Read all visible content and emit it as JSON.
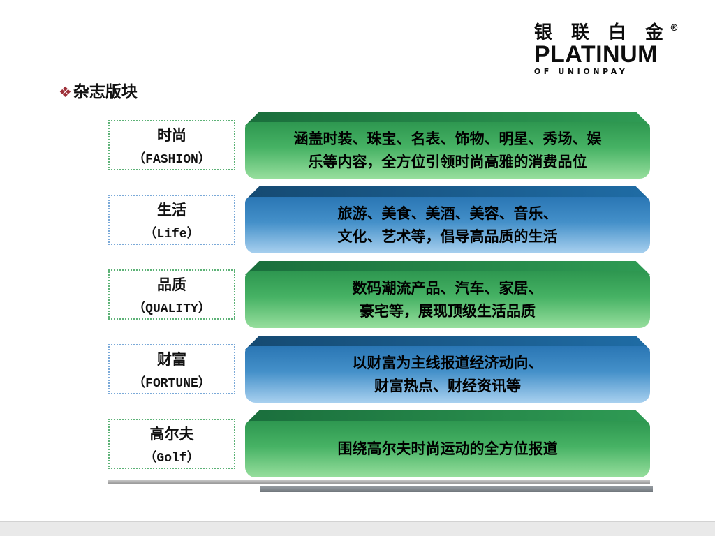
{
  "logo": {
    "cn": "银 联 白 金",
    "reg": "®",
    "brand": "PLATINUM",
    "sub": "OF UNIONPAY"
  },
  "title": {
    "bullet": "❖",
    "text": "杂志版块"
  },
  "rows": [
    {
      "label_cn": "时尚",
      "label_en": "（FASHION）",
      "color": "green",
      "desc": "涵盖时装、珠宝、名表、饰物、明星、秀场、娱\n乐等内容，全方位引领时尚高雅的消费品位"
    },
    {
      "label_cn": "生活",
      "label_en": "（Life）",
      "color": "blue",
      "desc": "旅游、美食、美酒、美容、音乐、\n文化、艺术等，倡导高品质的生活"
    },
    {
      "label_cn": "品质",
      "label_en": "（QUALITY）",
      "color": "green",
      "desc": "数码潮流产品、汽车、家居、\n豪宅等，展现顶级生活品质"
    },
    {
      "label_cn": "财富",
      "label_en": "（FORTUNE）",
      "color": "blue",
      "desc": "以财富为主线报道经济动向、\n财富热点、财经资讯等"
    },
    {
      "label_cn": "高尔夫",
      "label_en": "（Golf）",
      "color": "green",
      "desc": "围绕高尔夫时尚运动的全方位报道"
    }
  ],
  "colors": {
    "green_top_a": "#1a6e3c",
    "green_top_b": "#2f9b54",
    "green_front_a": "#2e9750",
    "green_front_b": "#46b264",
    "green_front_c": "#97de9d",
    "blue_top_a": "#154a72",
    "blue_top_b": "#1f6ca5",
    "blue_front_a": "#2a76b4",
    "blue_front_b": "#4490c9",
    "blue_front_c": "#a8d0ef",
    "connector": "#4f7d57",
    "title_bullet": "#9e3039"
  }
}
